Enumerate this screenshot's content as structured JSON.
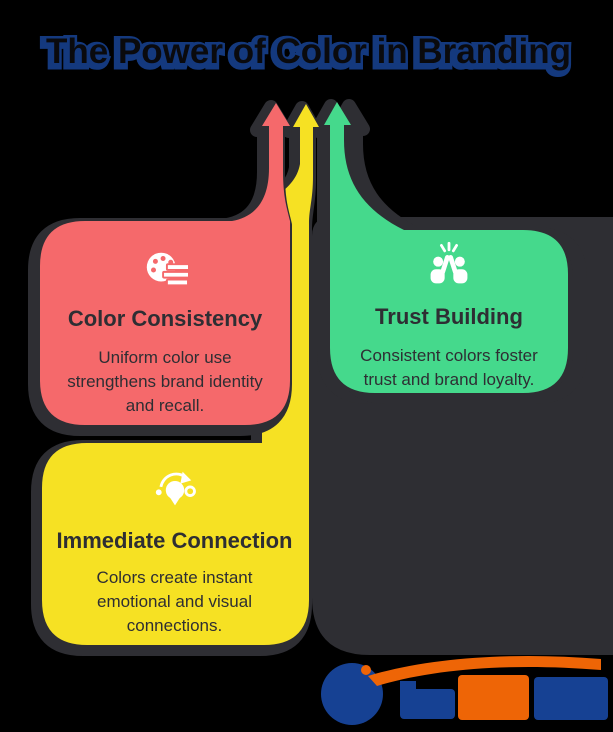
{
  "title": "The Power of Color in Branding",
  "cards": [
    {
      "id": "color-consistency",
      "title": "Color Consistency",
      "icon": "palette-list-icon",
      "color": "#F5696B",
      "lines": [
        "Uniform color use",
        "strengthens brand identity",
        "and recall."
      ]
    },
    {
      "id": "trust-building",
      "title": "Trust Building",
      "icon": "high-five-icon",
      "color": "#45D98C",
      "lines": [
        "Consistent colors foster",
        "trust and brand loyalty."
      ]
    },
    {
      "id": "immediate-connection",
      "title": "Immediate Connection",
      "icon": "lightbulb-refresh-icon",
      "color": "#F6E123",
      "lines": [
        "Colors create instant",
        "emotional and visual",
        "connections."
      ]
    }
  ],
  "colors": {
    "background": "#000000",
    "shadow_dark": "#2E2E33",
    "title_blue": "#14397E",
    "card_text": "#2E2E33",
    "watermark_blue": "#164193",
    "watermark_orange": "#EE6506"
  }
}
